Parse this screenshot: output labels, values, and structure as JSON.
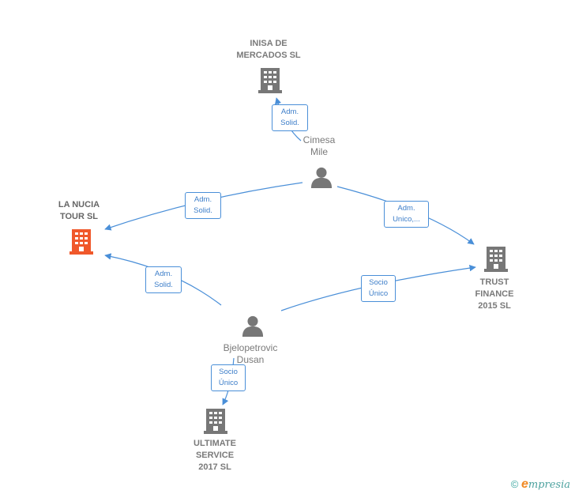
{
  "nodes": {
    "insa": {
      "label_line1": "INISA DE",
      "label_line2": "MERCADOS SL"
    },
    "cimesa": {
      "label_line1": "Cimesa",
      "label_line2": "Mile"
    },
    "lanucia": {
      "label_line1": "LA NUCIA",
      "label_line2": "TOUR  SL"
    },
    "trust": {
      "label_line1": "TRUST",
      "label_line2": "FINANCE",
      "label_line3": "2015  SL"
    },
    "bjelo": {
      "label_line1": "Bjelopetrovic",
      "label_line2": "Dusan"
    },
    "ultimate": {
      "label_line1": "ULTIMATE",
      "label_line2": "SERVICE",
      "label_line3": "2017  SL"
    }
  },
  "edges": {
    "cimesa_insa": {
      "line1": "Adm.",
      "line2": "Solid."
    },
    "cimesa_lanucia": {
      "line1": "Adm.",
      "line2": "Solid."
    },
    "cimesa_trust": {
      "line1": "Adm.",
      "line2": "Unico,..."
    },
    "bjelo_lanucia": {
      "line1": "Adm.",
      "line2": "Solid."
    },
    "bjelo_trust": {
      "line1": "Socio",
      "line2": "Único"
    },
    "bjelo_ultimate": {
      "line1": "Socio",
      "line2": "Único"
    }
  },
  "colors": {
    "edge": "#4a8fd8",
    "building": "#777777",
    "building_highlight": "#f0582b",
    "person": "#777777"
  },
  "icons": {
    "company": "building-icon",
    "person": "person-icon"
  },
  "brand": {
    "copyright": "©",
    "e": "e",
    "rest": "mpresia"
  }
}
